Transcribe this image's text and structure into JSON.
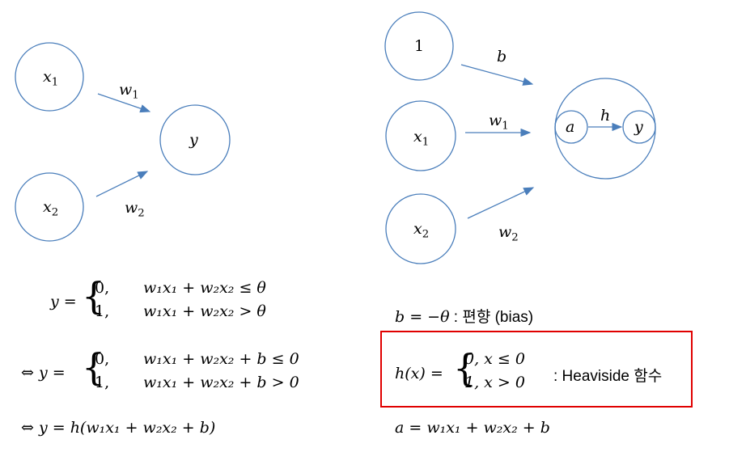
{
  "left_network": {
    "nodes": {
      "x1": "x",
      "x1_sub": "1",
      "x2": "x",
      "x2_sub": "2",
      "y": "y"
    },
    "weights": {
      "w1": "w",
      "w1_sub": "1",
      "w2": "w",
      "w2_sub": "2"
    }
  },
  "right_network": {
    "nodes": {
      "one": "1",
      "x1": "x",
      "x1_sub": "1",
      "x2": "x",
      "x2_sub": "2",
      "a": "a",
      "y": "y"
    },
    "weights": {
      "b": "b",
      "w1": "w",
      "w1_sub": "1",
      "w2": "w",
      "w2_sub": "2",
      "h": "h"
    }
  },
  "equations": {
    "eq1": {
      "lhs": "y =",
      "case1_val": "0,",
      "case1_cond": "w₁x₁ + w₂x₂ ≤ θ",
      "case2_val": "1,",
      "case2_cond": "w₁x₁ + w₂x₂ > θ"
    },
    "eq2": {
      "lhs": "⇔  y =",
      "case1_val": "0,",
      "case1_cond": "w₁x₁ + w₂x₂ + b ≤ 0",
      "case2_val": "1,",
      "case2_cond": "w₁x₁ + w₂x₂ + b > 0"
    },
    "eq3": {
      "text": "⇔  y = h(w₁x₁ + w₂x₂ + b)"
    },
    "bias": {
      "math": "b = −θ",
      "label": " : 편향 (bias)"
    },
    "heaviside": {
      "lhs": "h(x) =",
      "case1": "0,  x ≤ 0",
      "case2": "1,  x > 0",
      "label": ": Heaviside 함수"
    },
    "activation": {
      "text": "a = w₁x₁ + w₂x₂ + b"
    }
  },
  "colors": {
    "circle_stroke": "#4a7ebb",
    "arrow": "#4a7ebb",
    "highlight_box": "#e00000"
  }
}
